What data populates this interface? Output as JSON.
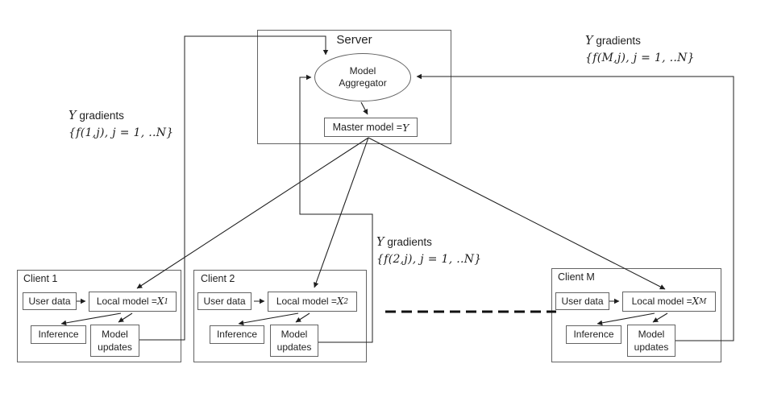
{
  "colors": {
    "background": "#ffffff",
    "box_border": "#636363",
    "line": "#1f1f1f",
    "text": "#1f1f1f"
  },
  "server": {
    "title": "Server",
    "aggregator_line1": "Model",
    "aggregator_line2": "Aggregator",
    "master_model_label": "Master model = ",
    "master_model_var": "Y"
  },
  "clients": [
    {
      "title": "Client 1",
      "user_data": "User data",
      "local_model_label": "Local model = ",
      "local_model_var": "X",
      "local_model_sub": "1",
      "inference": "Inference",
      "model_updates": "Model updates"
    },
    {
      "title": "Client 2",
      "user_data": "User data",
      "local_model_label": "Local model = ",
      "local_model_var": "X",
      "local_model_sub": "2",
      "inference": "Inference",
      "model_updates": "Model updates"
    },
    {
      "title": "Client M",
      "user_data": "User data",
      "local_model_label": "Local model = ",
      "local_model_var": "X",
      "local_model_sub": "M",
      "inference": "Inference",
      "model_updates": "Model updates"
    }
  ],
  "gradient_labels": [
    {
      "var": "Y",
      "text": "gradients",
      "formula": "{f(1,j), j = 1, ..N}"
    },
    {
      "var": "Y",
      "text": "gradients",
      "formula": "{f(2,j), j = 1, ..N}"
    },
    {
      "var": "Y",
      "text": "gradients",
      "formula": "{f(M,j), j = 1, ..N}"
    }
  ]
}
